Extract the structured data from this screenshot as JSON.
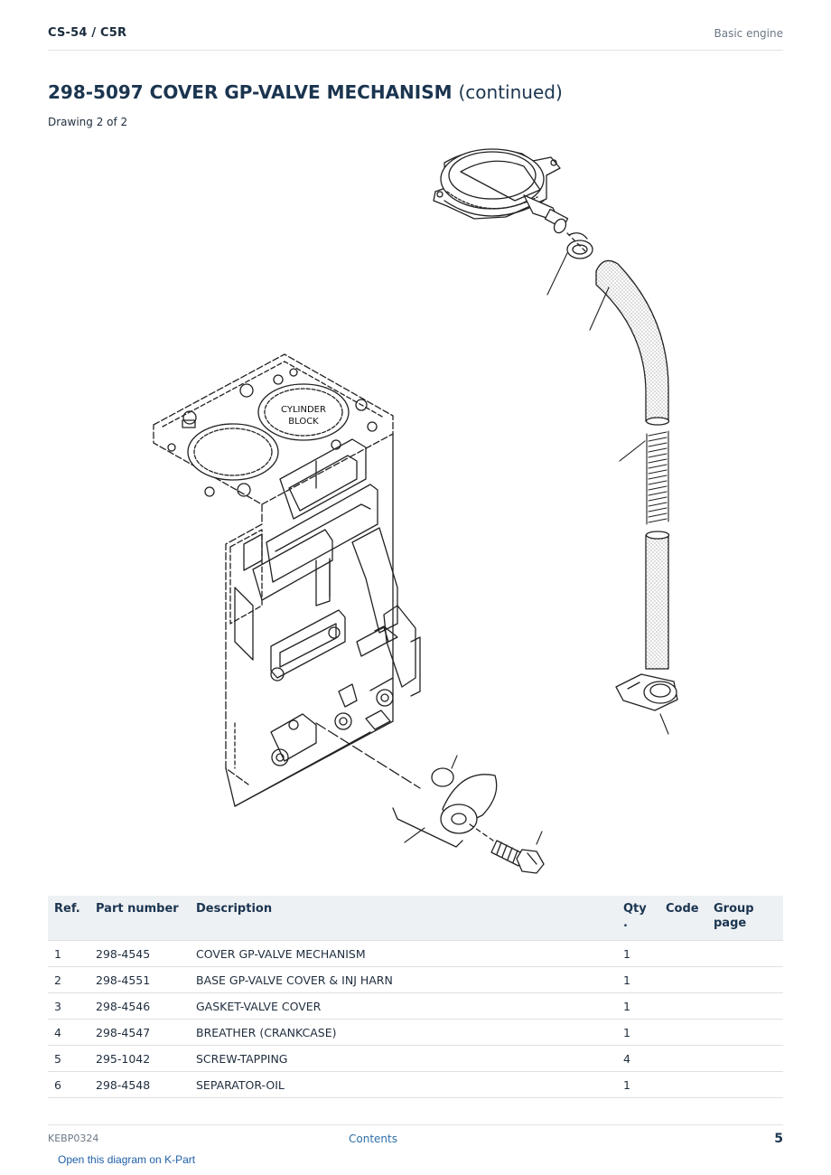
{
  "header": {
    "model": "CS-54  /  C5R",
    "section": "Basic engine"
  },
  "title": {
    "group": "298-5097 COVER GP-VALVE MECHANISM",
    "suffix": "(continued)",
    "drawing": "Drawing 2 of 2"
  },
  "diagram": {
    "label_line1": "CYLINDER",
    "label_line2": "BLOCK"
  },
  "table": {
    "headers": {
      "ref": "Ref.",
      "part_number": "Part number",
      "description": "Description",
      "qty_1": "Qty",
      "qty_2": ".",
      "code": "Code",
      "group_1": "Group",
      "group_2": "page"
    },
    "rows": [
      {
        "ref": "1",
        "part_number": "298-4545",
        "description": "COVER GP-VALVE MECHANISM",
        "qty": "1",
        "code": "",
        "group_page": ""
      },
      {
        "ref": "2",
        "part_number": "298-4551",
        "description": "BASE GP-VALVE COVER & INJ HARN",
        "qty": "1",
        "code": "",
        "group_page": ""
      },
      {
        "ref": "3",
        "part_number": "298-4546",
        "description": "GASKET-VALVE COVER",
        "qty": "1",
        "code": "",
        "group_page": ""
      },
      {
        "ref": "4",
        "part_number": "298-4547",
        "description": "BREATHER (CRANKCASE)",
        "qty": "1",
        "code": "",
        "group_page": ""
      },
      {
        "ref": "5",
        "part_number": "295-1042",
        "description": "SCREW-TAPPING",
        "qty": "4",
        "code": "",
        "group_page": ""
      },
      {
        "ref": "6",
        "part_number": "298-4548",
        "description": "SEPARATOR-OIL",
        "qty": "1",
        "code": "",
        "group_page": ""
      }
    ]
  },
  "footer": {
    "doc_id": "KEBP0324",
    "contents_link": "Contents",
    "page_number": "5",
    "kpart_link": "Open this diagram on K-Part"
  }
}
